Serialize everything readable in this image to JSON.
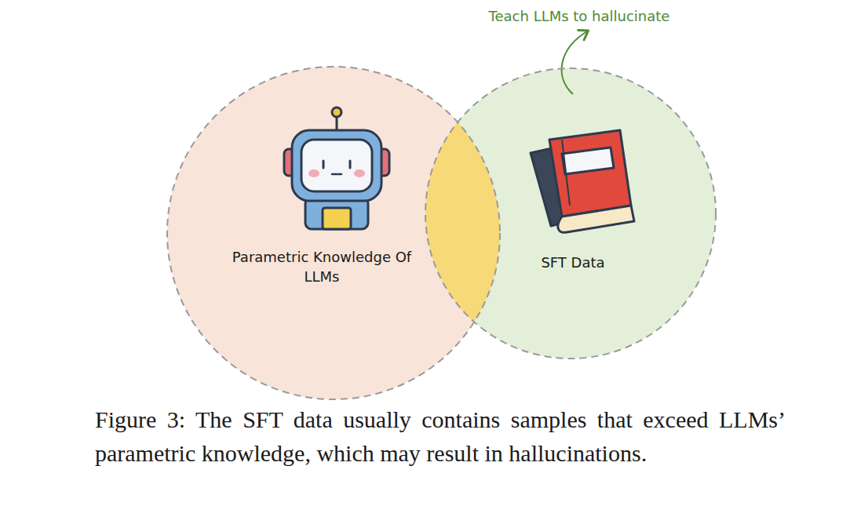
{
  "diagram": {
    "caption": "Figure 3: The SFT data usually contains samples that exceed LLMs’ parametric knowledge, which may result in hallucinations.",
    "nodes": [
      {
        "text": [
          "Parametric Knowledge Of LLMs"
        ]
      },
      {
        "text": [
          "SFT Data"
        ]
      }
    ],
    "labels": [
      "Teach LLMs to hallucinate"
    ]
  }
}
